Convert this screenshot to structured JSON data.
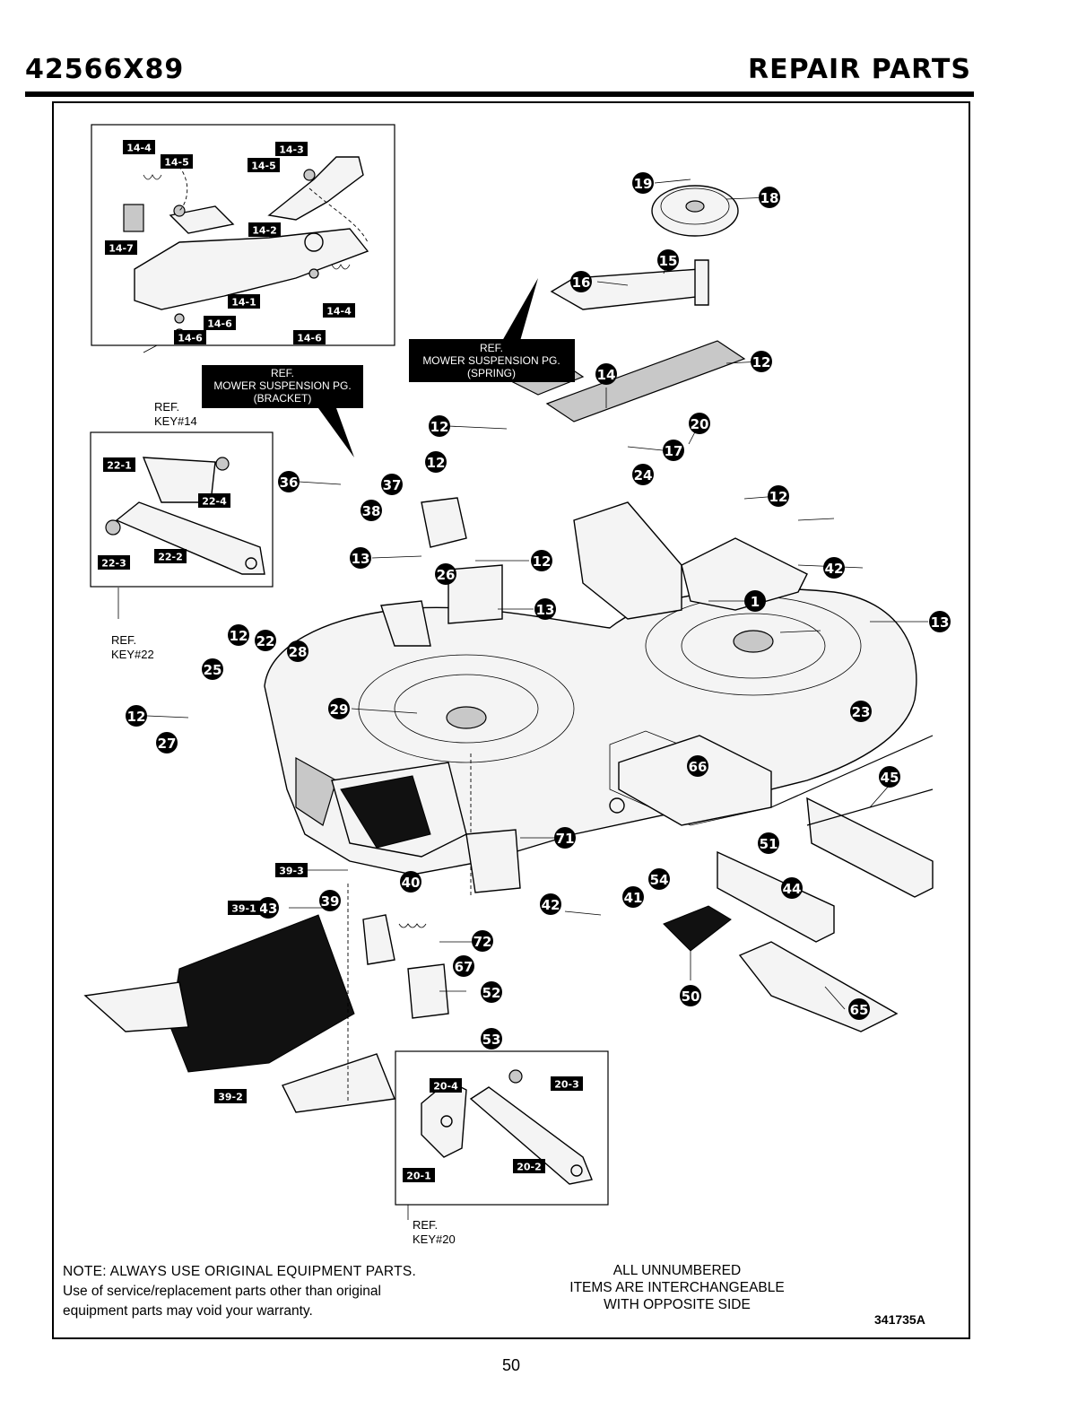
{
  "header": {
    "model": "42566X89",
    "section": "REPAIR PARTS"
  },
  "references": {
    "mower_suspension_spring": [
      "REF.",
      "MOWER SUSPENSION PG.",
      "(SPRING)"
    ],
    "mower_suspension_bracket": [
      "REF.",
      "MOWER SUSPENSION PG.",
      "(BRACKET)"
    ],
    "key14": [
      "REF.",
      "KEY#14"
    ],
    "key22": [
      "REF.",
      "KEY#22"
    ],
    "key20": [
      "REF.",
      "KEY#20"
    ]
  },
  "callouts": {
    "circle": [
      "19",
      "18",
      "15",
      "16",
      "12",
      "14",
      "12",
      "20",
      "17",
      "12",
      "24",
      "36",
      "37",
      "38",
      "13",
      "12",
      "12",
      "13",
      "26",
      "13",
      "1",
      "12",
      "22",
      "28",
      "25",
      "29",
      "12",
      "27",
      "23",
      "66",
      "45",
      "71",
      "51",
      "43",
      "39",
      "40",
      "41",
      "54",
      "44",
      "72",
      "42",
      "67",
      "52",
      "50",
      "65",
      "53",
      "42"
    ],
    "box": [
      "14-4",
      "14-5",
      "14-3",
      "14-5",
      "14-2",
      "14-7",
      "14-1",
      "14-4",
      "14-6",
      "14-6",
      "14-6",
      "22-1",
      "22-4",
      "22-3",
      "22-2",
      "39-3",
      "39-1",
      "39-2",
      "20-4",
      "20-3",
      "20-1",
      "20-2"
    ]
  },
  "notes": {
    "title": "NOTE: ALWAYS USE ORIGINAL EQUIPMENT PARTS.",
    "line1": "Use of service/replacement parts other than original",
    "line2": "equipment parts may void your warranty."
  },
  "interchangeable": [
    "ALL UNNUMBERED",
    "ITEMS ARE INTERCHANGEABLE",
    "WITH OPPOSITE SIDE"
  ],
  "part_code": "341735A",
  "page_number": "50"
}
